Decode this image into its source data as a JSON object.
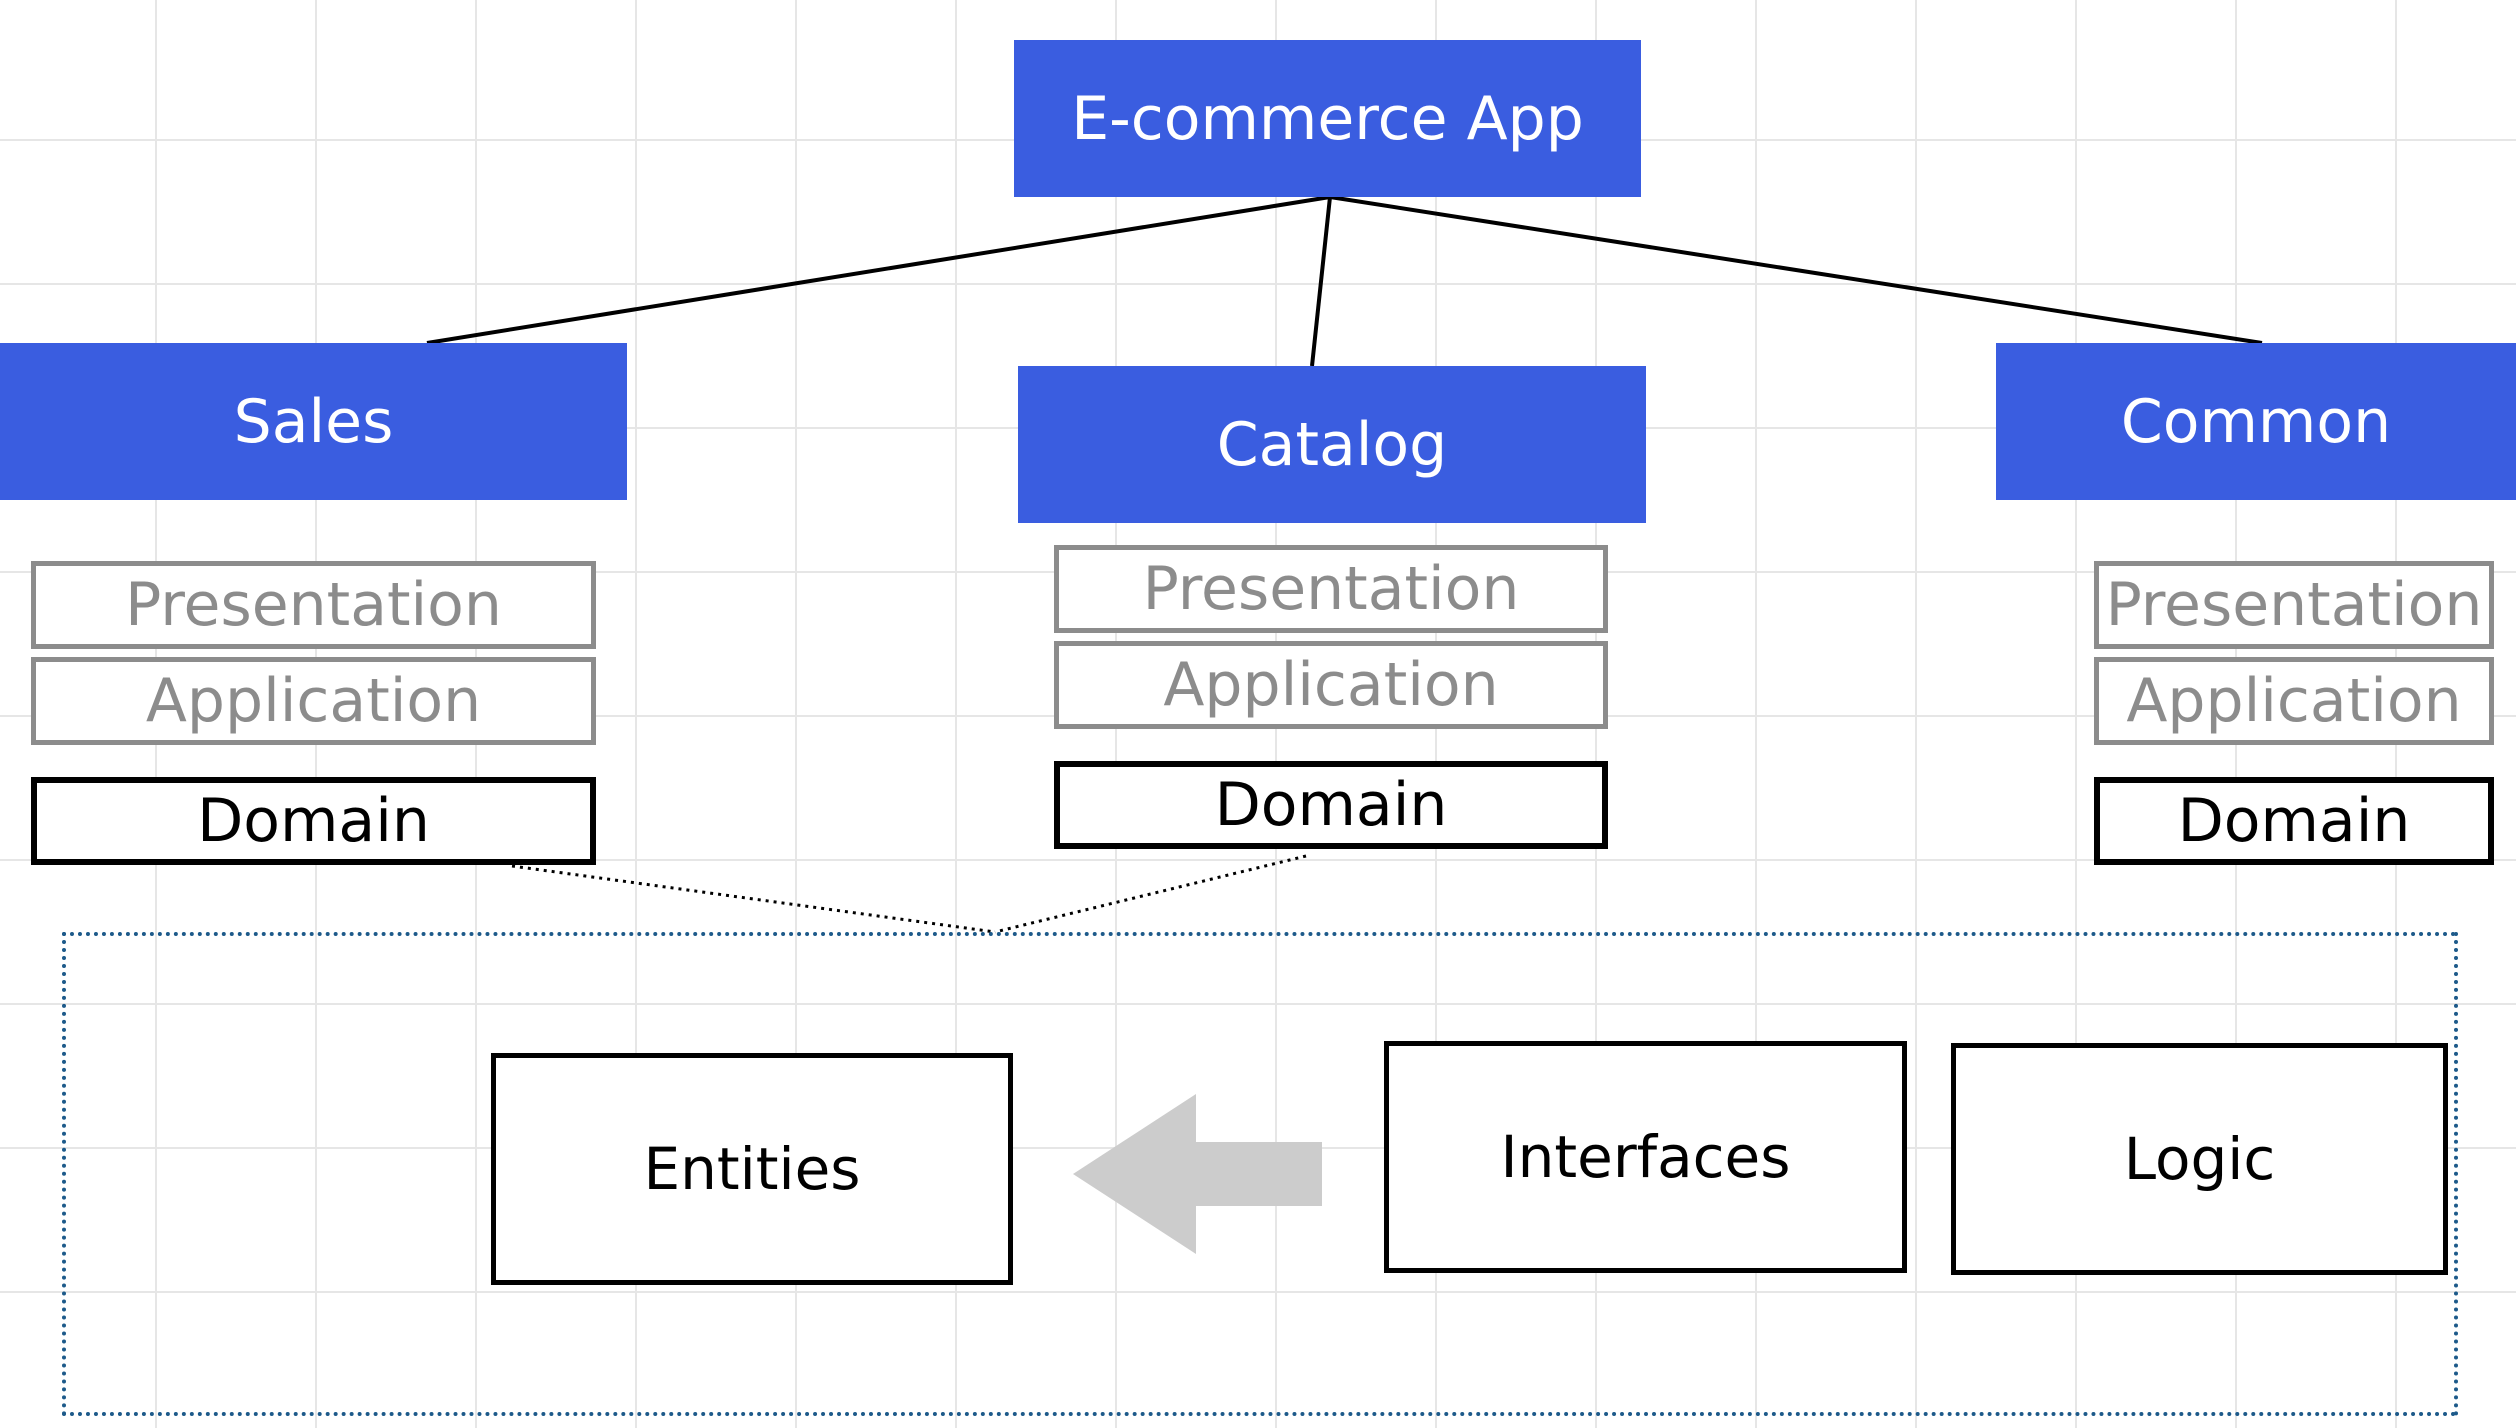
{
  "root": {
    "label": "E-commerce App",
    "color": "#3a5de0"
  },
  "modules": [
    {
      "id": "sales",
      "label": "Sales",
      "layers": [
        "Presentation",
        "Application",
        "Domain"
      ]
    },
    {
      "id": "catalog",
      "label": "Catalog",
      "layers": [
        "Presentation",
        "Application",
        "Domain"
      ]
    },
    {
      "id": "common",
      "label": "Common",
      "layers": [
        "Presentation",
        "Application",
        "Domain"
      ]
    }
  ],
  "domain_detail": {
    "components": [
      "Entities",
      "Interfaces",
      "Logic"
    ],
    "arrow": {
      "from": "Interfaces",
      "to": "Entities",
      "color": "#cccccc"
    }
  },
  "colors": {
    "module_fill": "#3a5de0",
    "muted_layer": "#8c8c8c",
    "domain_border": "#000000",
    "grid": "#e6e6e6"
  }
}
